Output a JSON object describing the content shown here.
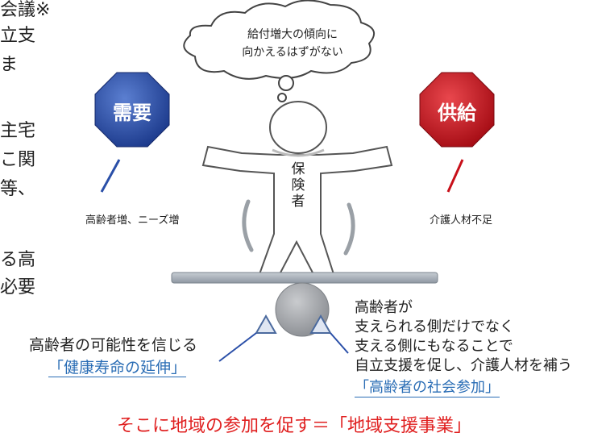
{
  "left_fragments": [
    "会議※",
    "立支",
    "ま",
    "主宅",
    "こ関",
    "等、",
    "る高",
    "必要"
  ],
  "thought_bubble": {
    "line1": "給付増大の傾向に",
    "line2": "向かえるはずがない"
  },
  "demand": {
    "label": "需要",
    "caption": "高齢者増、ニーズ増",
    "color": "#2a4fa8"
  },
  "supply": {
    "label": "供給",
    "caption": "介護人材不足",
    "color": "#c8101a"
  },
  "person": {
    "chars": [
      "保",
      "険",
      "者"
    ]
  },
  "left_note": {
    "text": "高齢者の可能性を信じる",
    "link": "「健康寿命の延伸」"
  },
  "right_note": {
    "lines": [
      "高齢者が",
      "支えられる側だけでなく",
      "支える側にもなることで",
      "自立支援を促し、介護人材を補う"
    ],
    "link": "「高齢者の社会参加」"
  },
  "bottom_text": "そこに地域の参加を促す＝「地域支援事業」"
}
